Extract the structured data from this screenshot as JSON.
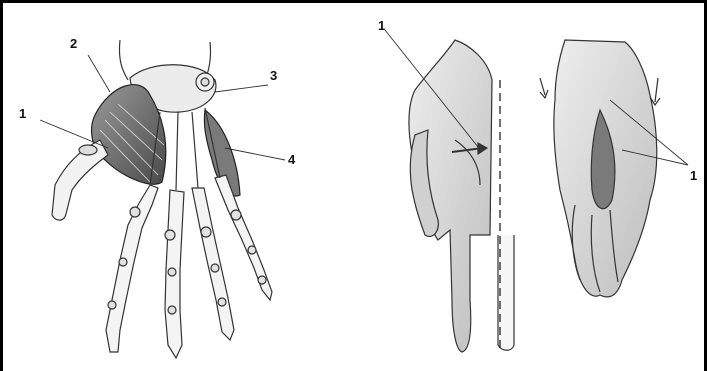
{
  "left_figure": {
    "labels": [
      "1",
      "2",
      "3",
      "4"
    ]
  },
  "right_figure": {
    "labels": [
      "1",
      "1"
    ]
  }
}
